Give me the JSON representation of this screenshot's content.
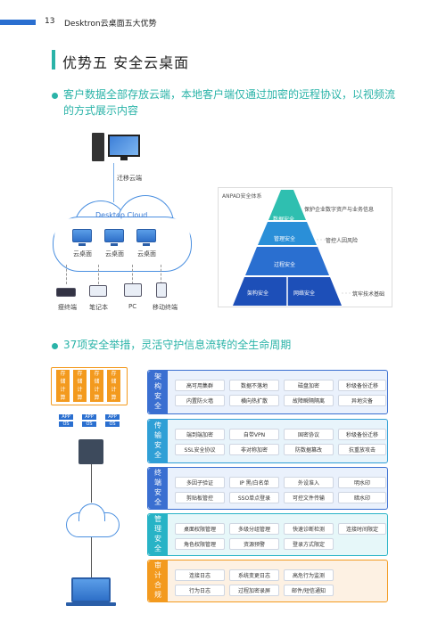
{
  "header": {
    "page": "13",
    "title": "Desktron云桌面五大优势"
  },
  "section": {
    "title": "优势五  安全云桌面"
  },
  "bullet1": {
    "line1": "客户数据全部存放云端，本地客户端仅通过加密的远程协议，以视频流",
    "line2": "的方式展示内容"
  },
  "bullet2": {
    "text": "37项安全举措，灵活守护信息流转的全生命周期"
  },
  "diagram": {
    "migrate_label": "迁移云端",
    "cloud_label": "Desktop Cloud",
    "desktops": [
      "云桌面",
      "云桌面",
      "云桌面"
    ],
    "devices": [
      "瘦终端",
      "笔记本",
      "PC",
      "移动终端"
    ]
  },
  "pyramid": {
    "title": "ANPAD安全体系",
    "levels": [
      "数据安全",
      "管理安全",
      "过程安全",
      "架构安全",
      "网络安全"
    ],
    "notes": [
      "保护企业数字资产与业务信息",
      "管控人因风险",
      "筑牢技术基础"
    ]
  },
  "stack": {
    "boxes": [
      [
        "存",
        "储",
        "计",
        "算"
      ],
      [
        "存",
        "储",
        "计",
        "算"
      ],
      [
        "存",
        "储",
        "计",
        "算"
      ],
      [
        "存",
        "储",
        "计",
        "算"
      ]
    ],
    "apps": [
      "APP",
      "APP",
      "APP"
    ],
    "os": [
      "OS",
      "OS",
      "OS"
    ]
  },
  "layers": [
    {
      "name": "架构安全",
      "color": "#3a6fd1",
      "bg": "#eaf1fc",
      "rows": [
        [
          "高可用集群",
          "数据不落地",
          "磁盘加密",
          "秒级备份迁移"
        ],
        [
          "内置防火墙",
          "横向热扩散",
          "故障瞬隔隔离",
          "异地灾备"
        ]
      ]
    },
    {
      "name": "传输安全",
      "color": "#2f9fd6",
      "bg": "#e8f4fb",
      "rows": [
        [
          "端到端加密",
          "自带VPN",
          "国密协议",
          "秒级备份迁移"
        ],
        [
          "SSL安全协议",
          "非对称加密",
          "防数据篡改",
          "抗重放攻击"
        ]
      ]
    },
    {
      "name": "终端安全",
      "color": "#3a6fd1",
      "bg": "#eaf1fc",
      "rows": [
        [
          "多因子验证",
          "IP 黑/白名单",
          "外设准入",
          "明水印"
        ],
        [
          "剪贴板管控",
          "SSO单点登录",
          "可控文件传输",
          "暗水印"
        ]
      ]
    },
    {
      "name": "管理安全",
      "color": "#27b3c6",
      "bg": "#e6f7f9",
      "rows": [
        [
          "桌面权限管理",
          "多级分组管理",
          "快速诊断检测",
          "连接时间限定"
        ],
        [
          "角色权限管理",
          "资源预警",
          "登录方式限定",
          ""
        ]
      ]
    },
    {
      "name": "审计合规",
      "color": "#f39a1e",
      "bg": "#fdf1e3",
      "rows": [
        [
          "连接日志",
          "系统变更日志",
          "高危行为监测",
          ""
        ],
        [
          "行为日志",
          "过程加密录屏",
          "邮件/短信通知",
          ""
        ]
      ]
    }
  ]
}
